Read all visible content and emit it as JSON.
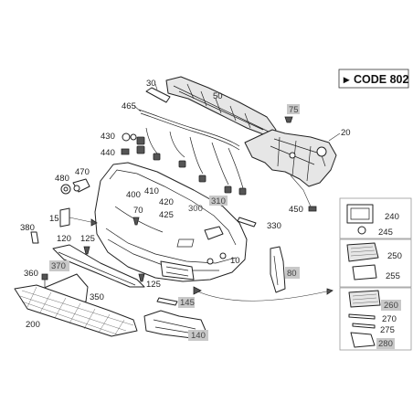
{
  "code_label": {
    "arrow": "▸",
    "text": "CODE 802"
  },
  "labels": {
    "p20": "20",
    "p30": "30",
    "p50": "50",
    "p75": "75",
    "p465": "465",
    "p430": "430",
    "p440": "440",
    "p480": "480",
    "p470": "470",
    "p400": "400",
    "p410": "410",
    "p420": "420",
    "p425": "425",
    "p300": "300",
    "p310": "310",
    "p70": "70",
    "p15": "15",
    "p380": "380",
    "p120": "120",
    "p125a": "125",
    "p125b": "125",
    "p370": "370",
    "p360": "360",
    "p350": "350",
    "p200": "200",
    "p145": "145",
    "p140": "140",
    "p10": "10",
    "p330": "330",
    "p80": "80",
    "p450": "450",
    "p240": "240",
    "p245": "245",
    "p250": "250",
    "p255": "255",
    "p260": "260",
    "p270": "270",
    "p275": "275",
    "p280": "280"
  },
  "highlight_color": "#c8c8c8"
}
